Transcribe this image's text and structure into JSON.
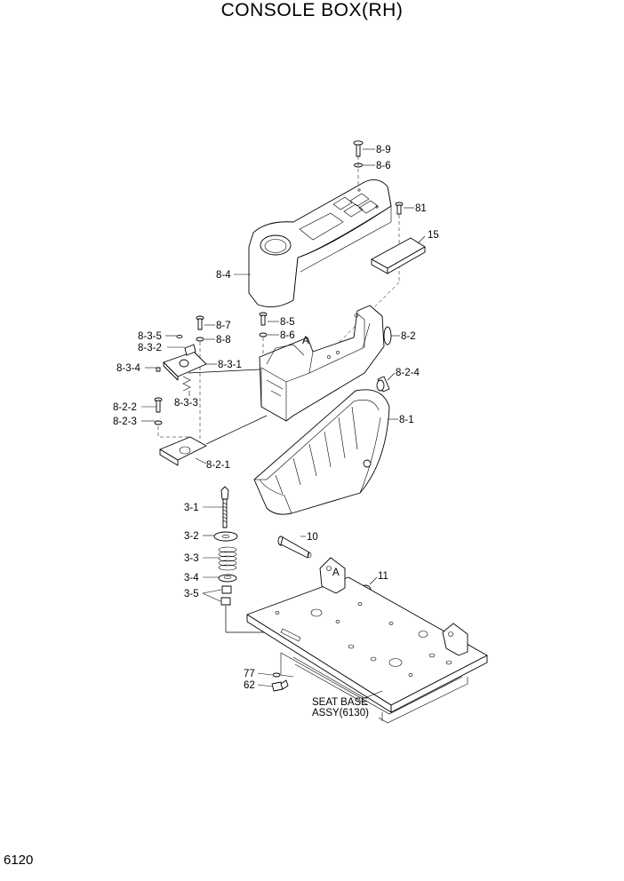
{
  "title": "CONSOLE BOX(RH)",
  "page_number": "6120",
  "seat_base_note": [
    "SEAT BASE",
    "ASSY(6130)"
  ],
  "parts": [
    {
      "id": "p-8-9",
      "label": "8-9"
    },
    {
      "id": "p-8-6-top",
      "label": "8-6"
    },
    {
      "id": "p-81",
      "label": "81"
    },
    {
      "id": "p-15",
      "label": "15"
    },
    {
      "id": "p-8-4",
      "label": "8-4"
    },
    {
      "id": "p-8-7",
      "label": "8-7"
    },
    {
      "id": "p-8-8",
      "label": "8-8"
    },
    {
      "id": "p-8-5",
      "label": "8-5"
    },
    {
      "id": "p-8-6-mid",
      "label": "8-6"
    },
    {
      "id": "p-a-upper",
      "label": "A"
    },
    {
      "id": "p-8-2",
      "label": "8-2"
    },
    {
      "id": "p-8-3-5",
      "label": "8-3-5"
    },
    {
      "id": "p-8-3-2",
      "label": "8-3-2"
    },
    {
      "id": "p-8-3-4",
      "label": "8-3-4"
    },
    {
      "id": "p-8-3-1",
      "label": "8-3-1"
    },
    {
      "id": "p-8-2-4",
      "label": "8-2-4"
    },
    {
      "id": "p-8-3-3",
      "label": "8-3-3"
    },
    {
      "id": "p-8-2-2",
      "label": "8-2-2"
    },
    {
      "id": "p-8-1",
      "label": "8-1"
    },
    {
      "id": "p-8-2-3",
      "label": "8-2-3"
    },
    {
      "id": "p-8-2-1",
      "label": "8-2-1"
    },
    {
      "id": "p-3-1",
      "label": "3-1"
    },
    {
      "id": "p-10",
      "label": "10"
    },
    {
      "id": "p-3-2",
      "label": "3-2"
    },
    {
      "id": "p-3-3",
      "label": "3-3"
    },
    {
      "id": "p-a-lower",
      "label": "A"
    },
    {
      "id": "p-11",
      "label": "11"
    },
    {
      "id": "p-3-4",
      "label": "3-4"
    },
    {
      "id": "p-3-5",
      "label": "3-5"
    },
    {
      "id": "p-77",
      "label": "77"
    },
    {
      "id": "p-62",
      "label": "62"
    }
  ]
}
